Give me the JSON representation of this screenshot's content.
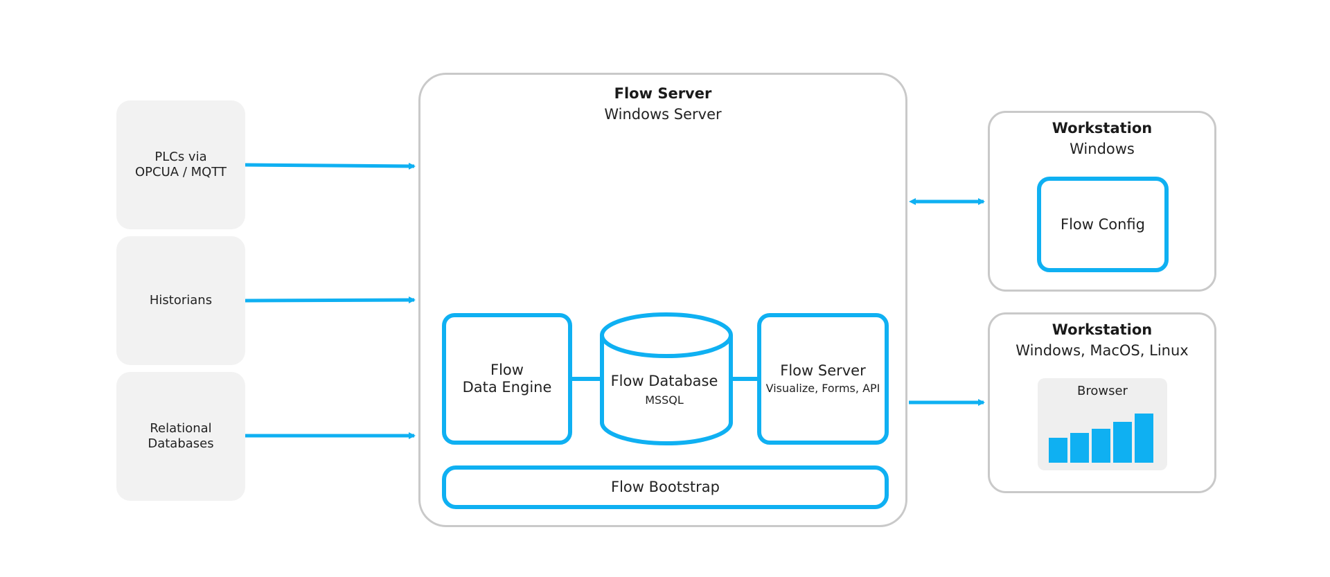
{
  "colors": {
    "accent": "#0fb0f2",
    "border": "#c9c9c9",
    "source_bg": "#f2f2f2"
  },
  "sources": [
    {
      "label": "PLCs via\nOPCUA / MQTT"
    },
    {
      "label": "Historians"
    },
    {
      "label": "Relational\nDatabases"
    }
  ],
  "server": {
    "title": "Flow Server",
    "subtitle": "Windows Server",
    "data_engine": "Flow\nData Engine",
    "database": {
      "title": "Flow Database",
      "subtitle": "MSSQL"
    },
    "flow_server": {
      "title": "Flow Server",
      "subtitle": "Visualize, Forms, API"
    },
    "bootstrap": "Flow Bootstrap"
  },
  "workstation_1": {
    "title": "Workstation",
    "subtitle": "Windows",
    "app": "Flow Config"
  },
  "workstation_2": {
    "title": "Workstation",
    "subtitle": "Windows, MacOS, Linux",
    "browser_label": "Browser",
    "bar_levels": [
      0.47,
      0.57,
      0.65,
      0.78,
      0.93
    ]
  }
}
